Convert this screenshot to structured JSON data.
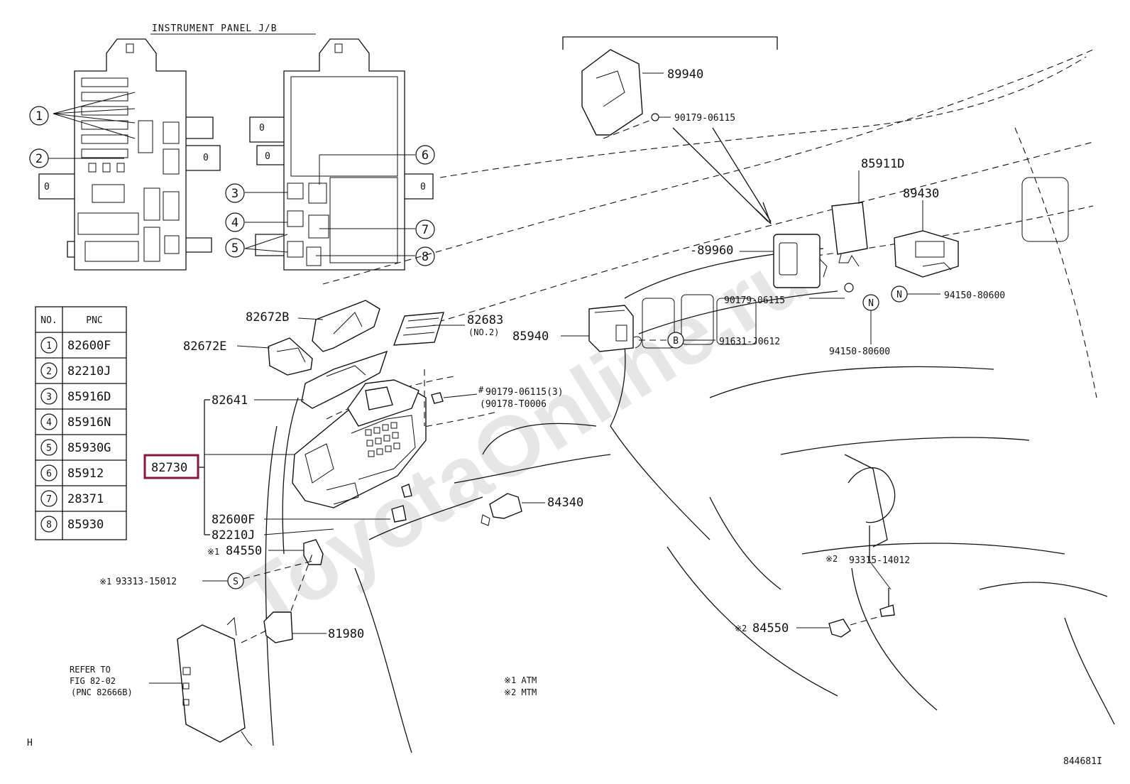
{
  "title": "INSTRUMENT PANEL J/B",
  "watermark": "ToyotaOnline.ru",
  "table": {
    "headers": [
      "NO.",
      "PNC"
    ],
    "rows": [
      {
        "no": "1",
        "pnc": "82600F"
      },
      {
        "no": "2",
        "pnc": "82210J"
      },
      {
        "no": "3",
        "pnc": "85916D"
      },
      {
        "no": "4",
        "pnc": "85916N"
      },
      {
        "no": "5",
        "pnc": "85930G"
      },
      {
        "no": "6",
        "pnc": "85912"
      },
      {
        "no": "7",
        "pnc": "28371"
      },
      {
        "no": "8",
        "pnc": "85930"
      }
    ]
  },
  "jb_callouts": [
    "1",
    "2",
    "3",
    "4",
    "5",
    "6",
    "7",
    "8"
  ],
  "symbols": {
    "s": "S",
    "n": "N",
    "b": "B"
  },
  "labels": {
    "p89940": "89940",
    "p90179a": "90179-06115",
    "p85911d": "85911D",
    "p89430": "89430",
    "p89960": "-89960",
    "p94150a": "94150-80600",
    "p90179b": "90179-06115",
    "p82672b": "82672B",
    "p82683": "82683",
    "p82683_sub": "(NO.2)",
    "p85940": "85940",
    "p91631": "91631-J0612",
    "p94150b": "94150-80600",
    "p82672e": "82672E",
    "p90179c": "90179-06115(3)",
    "p90179c_mark": "#",
    "p90178": "(90178-T0006",
    "p82641": "82641",
    "p82730": "82730",
    "p84340": "84340",
    "p82600f": "82600F",
    "p82210j": "82210J",
    "p84550a": "84550",
    "p84550a_mark": "※1",
    "p93313": "93313-15012",
    "p93313_mark": "※1",
    "p93315": "93315-14012",
    "p93315_mark": "※2",
    "p84550b": "84550",
    "p84550b_mark": "※2",
    "p81980": "81980"
  },
  "refer": [
    "REFER TO",
    "FIG 82-02",
    "(PNC 82666B)"
  ],
  "notes": [
    "※1 ATM",
    "※2 MTM"
  ],
  "corner_left": "H",
  "corner_right": "844681I",
  "highlight_color": "#8b1538"
}
